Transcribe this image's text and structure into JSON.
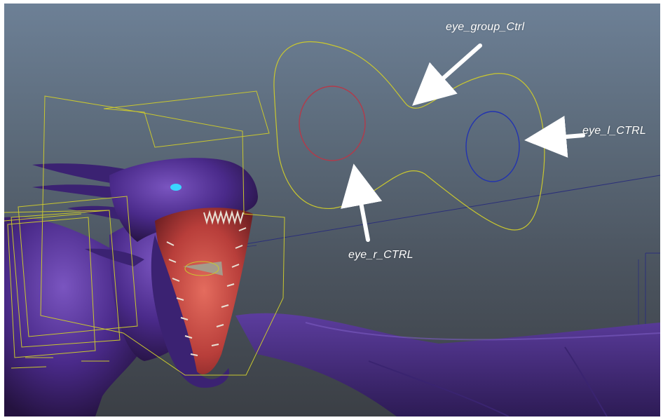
{
  "viewport": {
    "background_top": "#6d8096",
    "background_bottom": "#3b3f45"
  },
  "colors": {
    "control_curve": "#c9c72f",
    "eye_r_ring": "#b33a4a",
    "eye_l_ring": "#2233b0",
    "arrow": "#ffffff",
    "dragon_body": "#4a2a8a",
    "mouth_interior": "#b83e3a",
    "eye_glow": "#3ad7ff"
  },
  "labels": {
    "eye_group": "eye_group_Ctrl",
    "eye_left": "eye_l_CTRL",
    "eye_right": "eye_r_CTRL"
  },
  "icons": [
    "arrow-icon",
    "circle-control-icon"
  ]
}
